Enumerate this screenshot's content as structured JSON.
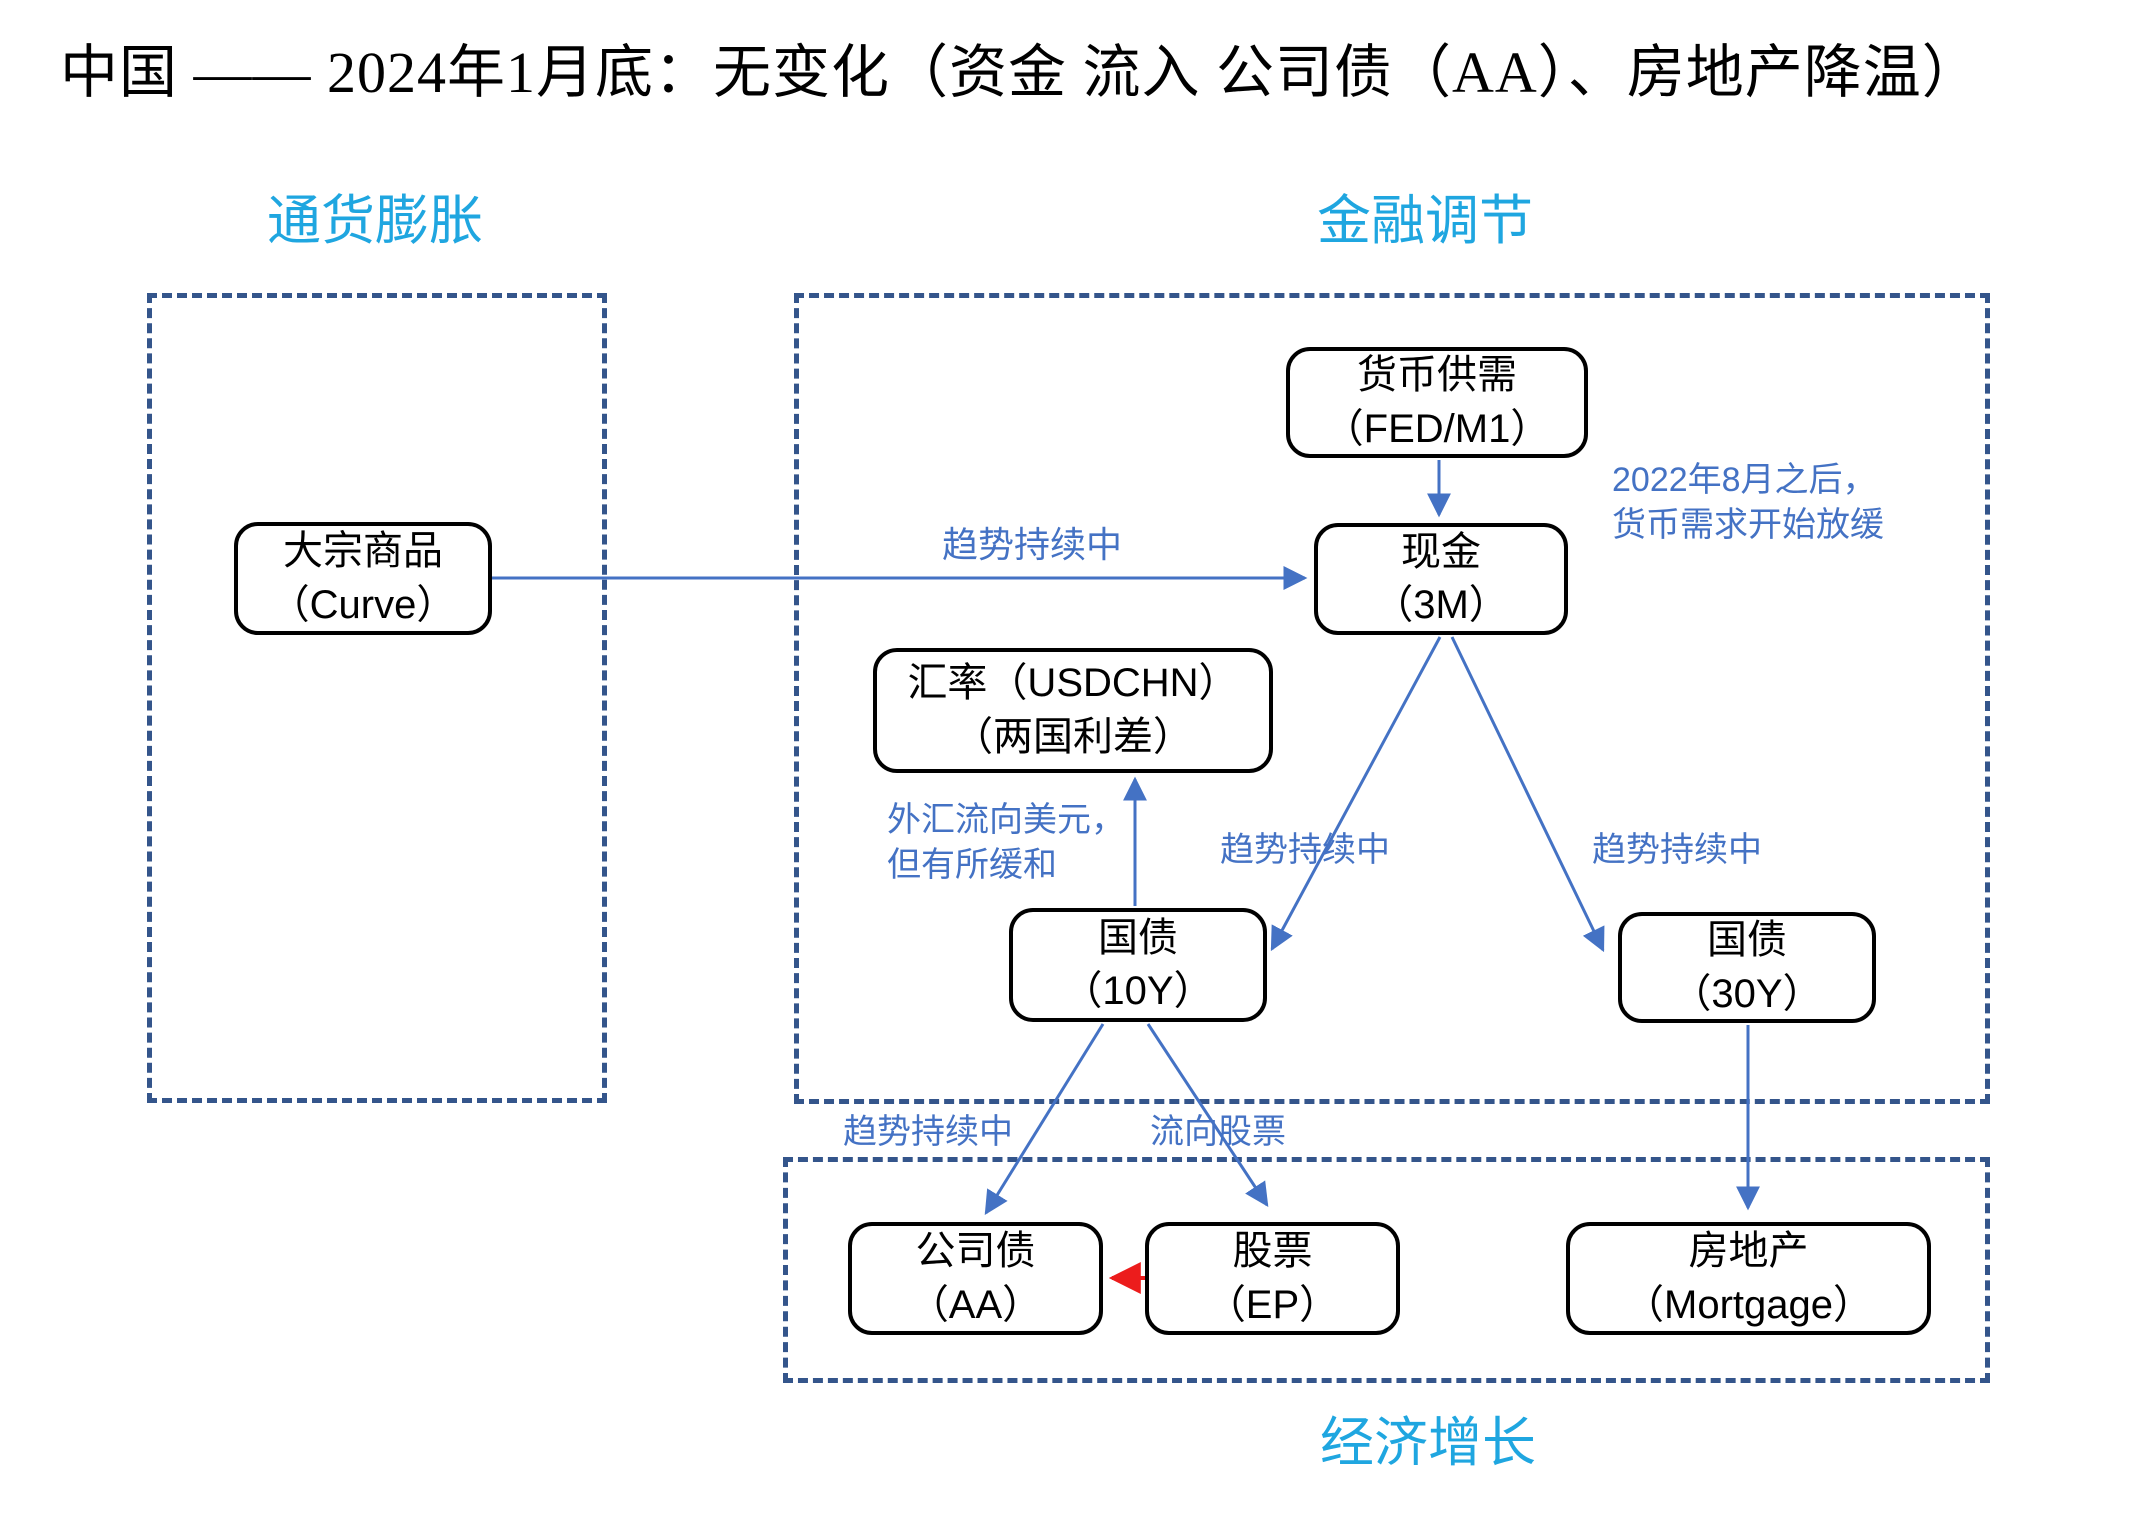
{
  "title": "中国 —— 2024年1月底：无变化（资金 流入 公司债（AA）、房地产降温）",
  "section_labels": {
    "inflation": "通货膨胀",
    "finance": "金融调节",
    "growth": "经济增长"
  },
  "nodes": {
    "commodity": {
      "line1": "大宗商品",
      "line2": "（Curve）"
    },
    "money_supply": {
      "line1": "货币供需",
      "line2": "（FED/M1）"
    },
    "cash": {
      "line1": "现金",
      "line2": "（3M）"
    },
    "fx": {
      "line1": "汇率（USDCHN）",
      "line2": "（两国利差）"
    },
    "bond10y": {
      "line1": "国债",
      "line2": "（10Y）"
    },
    "bond30y": {
      "line1": "国债",
      "line2": "（30Y）"
    },
    "corp_bond": {
      "line1": "公司债",
      "line2": "（AA）"
    },
    "equity": {
      "line1": "股票",
      "line2": "（EP）"
    },
    "property": {
      "line1": "房地产",
      "line2": "（Mortgage）"
    }
  },
  "annotations": {
    "trend_cash": "趋势持续中",
    "note_2022_l1": "2022年8月之后，",
    "note_2022_l2": "货币需求开始放缓",
    "note_fx_l1": "外汇流向美元，",
    "note_fx_l2": "但有所缓和",
    "trend_10y": "趋势持续中",
    "trend_30y": "趋势持续中",
    "trend_aa": "趋势持续中",
    "flow_equity": "流向股票"
  },
  "colors": {
    "arrow_blue": "#4472C4",
    "note_blue": "#4472C4",
    "dashed_border": "#34558B",
    "section_cyan": "#1FA6E0",
    "red_arrow": "#EC1C1C",
    "node_border": "#000000"
  }
}
